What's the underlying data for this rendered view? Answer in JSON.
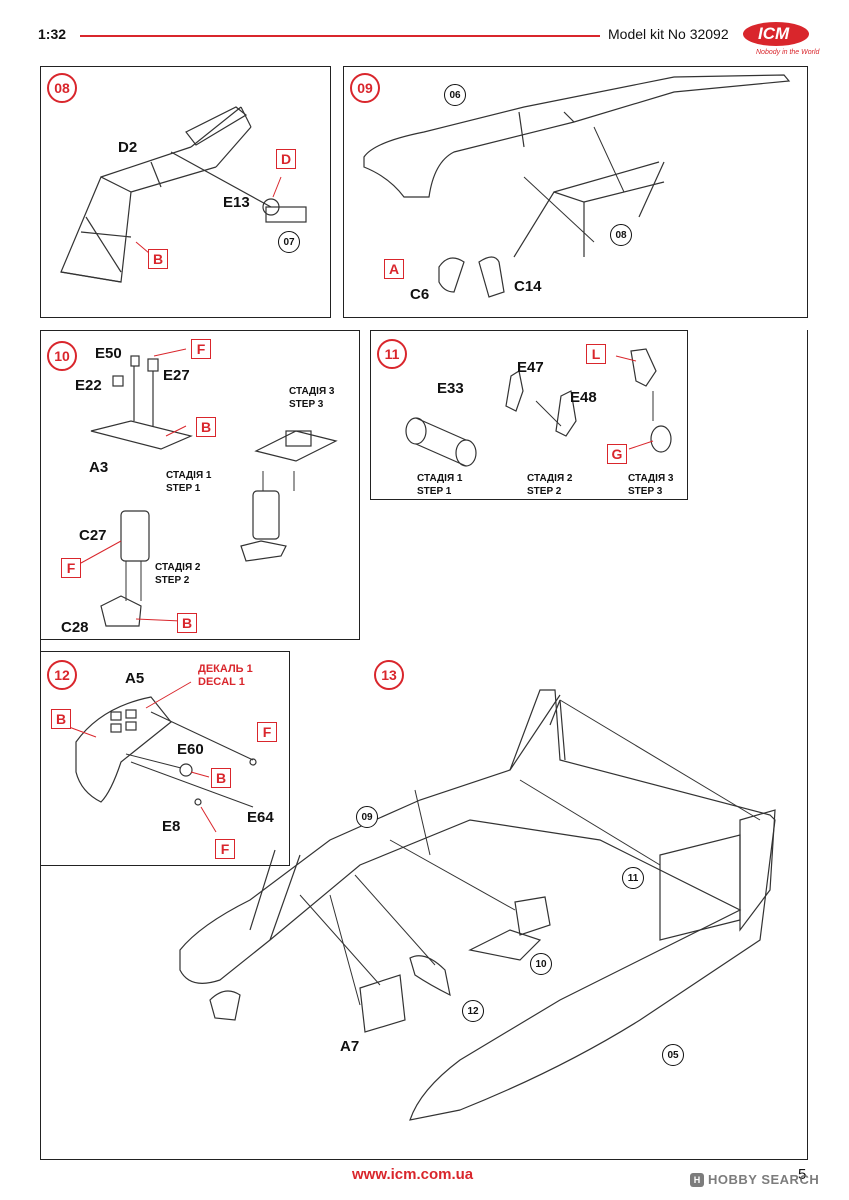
{
  "header": {
    "scale": "1:32",
    "kit_label": "Model kit No 32092",
    "brand": "ICM",
    "brand_tagline": "Nobody in the World",
    "accent_color": "#d9262c"
  },
  "footer": {
    "website": "www.icm.com.ua",
    "page_number": "5",
    "watermark": "HOBBY SEARCH"
  },
  "steps": {
    "s08": {
      "number": "08",
      "parts": [
        "D2",
        "E13"
      ],
      "refs": [
        "07"
      ],
      "color_codes": [
        "D",
        "B"
      ]
    },
    "s09": {
      "number": "09",
      "parts": [
        "C6",
        "C14"
      ],
      "refs": [
        "06",
        "08"
      ],
      "color_codes": [
        "A"
      ]
    },
    "s10": {
      "number": "10",
      "parts": [
        "E50",
        "E27",
        "E22",
        "A3",
        "C27",
        "C28"
      ],
      "color_codes": [
        "F",
        "B",
        "F",
        "B"
      ],
      "stage1": [
        "СТАДІЯ 1",
        "STEP 1"
      ],
      "stage2": [
        "СТАДІЯ 2",
        "STEP 2"
      ],
      "stage3": [
        "СТАДІЯ 3",
        "STEP 3"
      ]
    },
    "s11": {
      "number": "11",
      "parts": [
        "E33",
        "E47",
        "E48"
      ],
      "color_codes": [
        "L",
        "G"
      ],
      "stage1": [
        "СТАДІЯ 1",
        "STEP 1"
      ],
      "stage2": [
        "СТАДІЯ 2",
        "STEP 2"
      ],
      "stage3": [
        "СТАДІЯ 3",
        "STEP 3"
      ]
    },
    "s12": {
      "number": "12",
      "parts": [
        "A5",
        "E60",
        "E8",
        "E64"
      ],
      "color_codes": [
        "B",
        "B",
        "F",
        "F"
      ],
      "decal": [
        "ДЕКАЛЬ 1",
        "DECAL 1"
      ]
    },
    "s13": {
      "number": "13",
      "parts": [
        "A7"
      ],
      "refs": [
        "09",
        "11",
        "10",
        "12",
        "05"
      ]
    }
  }
}
